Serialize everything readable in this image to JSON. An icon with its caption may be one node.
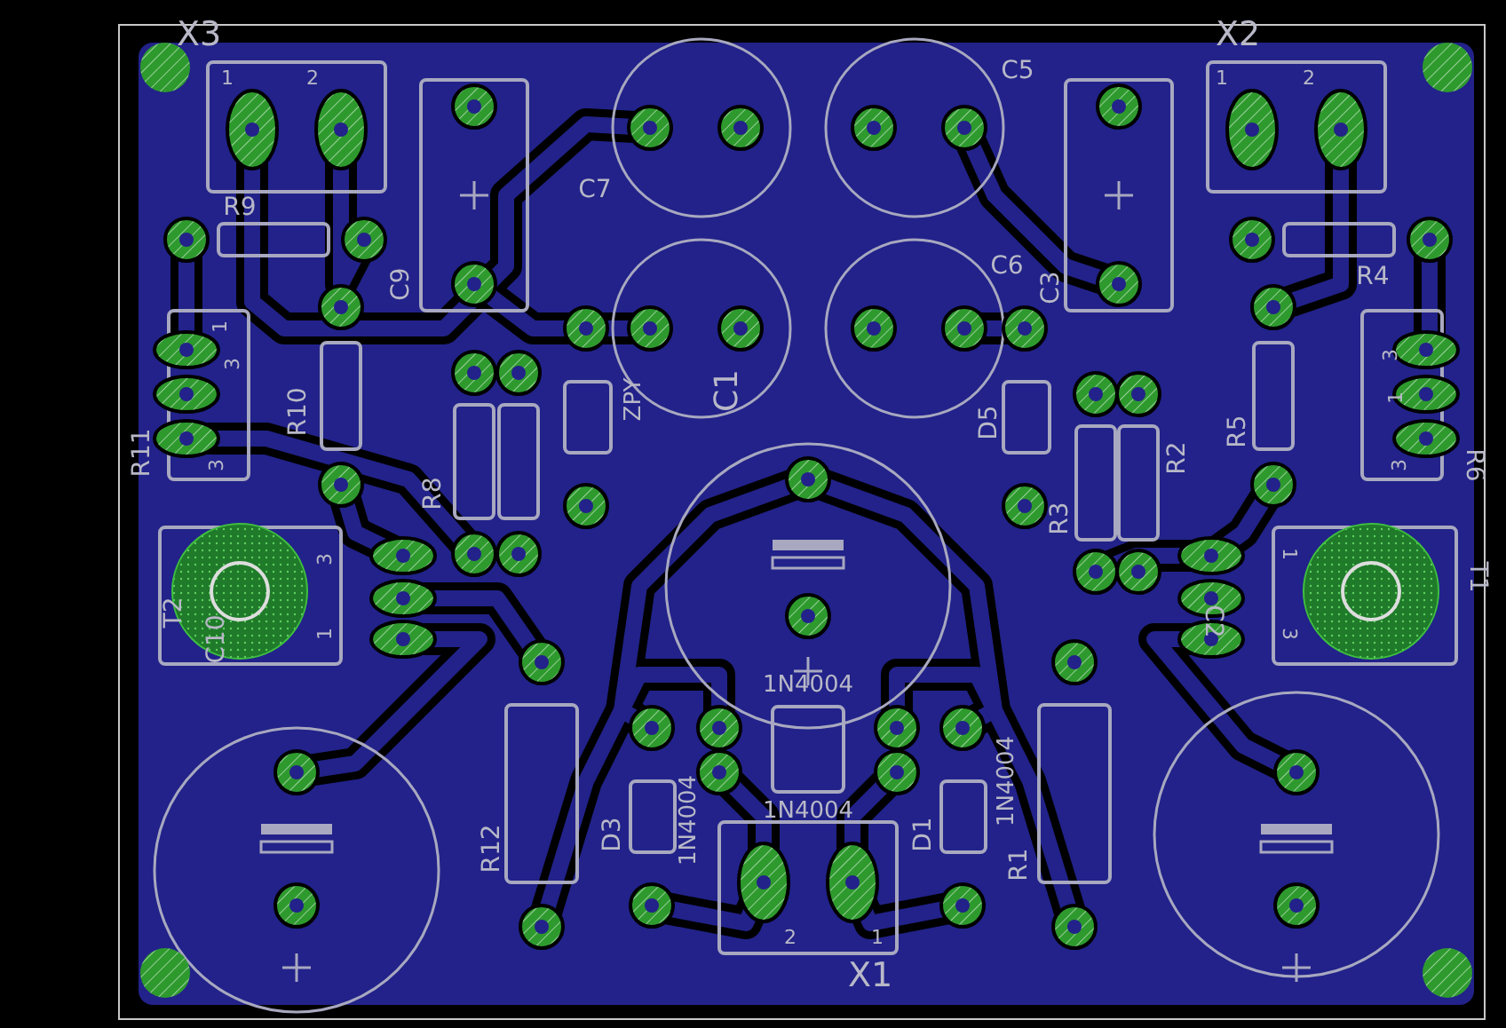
{
  "diagram": {
    "labels": [
      "X3",
      "1",
      "2",
      "X2",
      "1",
      "2",
      "C5",
      "R9",
      "C7",
      "R4",
      "C9",
      "C6",
      "C3",
      "1",
      "3",
      "R11",
      "3",
      "R10",
      "C1",
      "ZPY",
      "R8",
      "D5",
      "R5",
      "R2",
      "R3",
      "3",
      "1",
      "3",
      "R6",
      "T2",
      "C10",
      "3",
      "1",
      "T1",
      "1",
      "3",
      "C2",
      "1N4004",
      "1N4004",
      "D3",
      "1N4004",
      "R12",
      "D1",
      "1N4004",
      "R1",
      "2",
      "1",
      "X1"
    ]
  }
}
